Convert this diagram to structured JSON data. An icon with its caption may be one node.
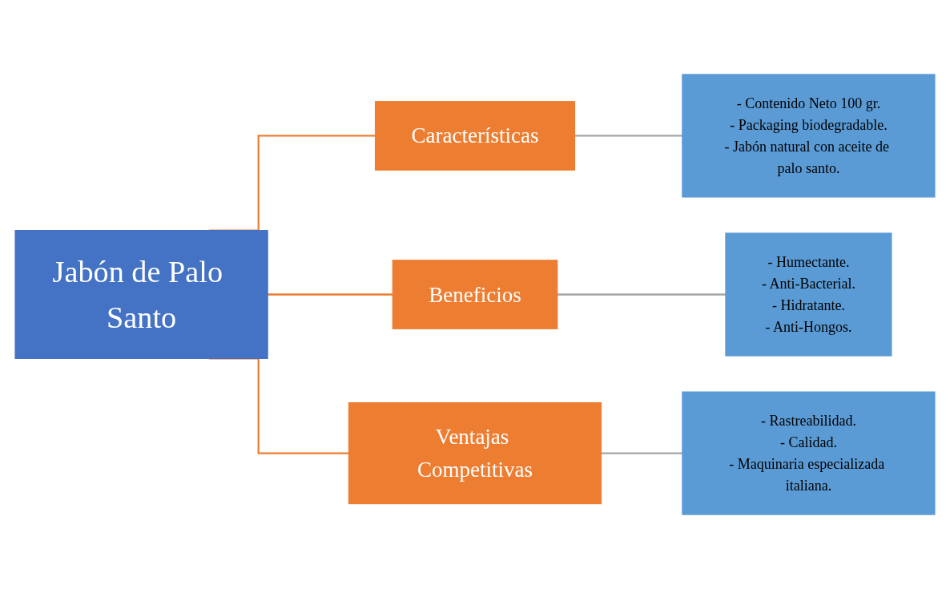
{
  "diagram": {
    "nodes": [
      {
        "text": [
          "Jabón de Palo Santo"
        ]
      },
      {
        "text": [
          "Características"
        ]
      },
      {
        "text": [
          "Beneficios"
        ]
      },
      {
        "text": [
          "Ventajas Competitivas"
        ]
      },
      {
        "text": [
          "- Contenido Neto 100 gr.",
          "- Packaging biodegradable.",
          "- Jabón natural con aceite de palo santo."
        ]
      },
      {
        "text": [
          "- Humectante.",
          "- Anti-Bacterial.",
          "- Hidratante.",
          "- Anti-Hongos."
        ]
      },
      {
        "text": [
          "- Rastreabilidad.",
          "- Calidad.",
          "- Maquinaria especializada italiana."
        ]
      }
    ],
    "edges": [
      {
        "from": 0,
        "to": 1,
        "arrow": "none",
        "color": "#ed7d31"
      },
      {
        "from": 0,
        "to": 2,
        "arrow": "none",
        "color": "#ed7d31"
      },
      {
        "from": 0,
        "to": 3,
        "arrow": "none",
        "color": "#ed7d31"
      },
      {
        "from": 1,
        "to": 4,
        "arrow": "none",
        "color": "#a5a5a5"
      },
      {
        "from": 2,
        "to": 5,
        "arrow": "none",
        "color": "#a5a5a5"
      },
      {
        "from": 3,
        "to": 6,
        "arrow": "none",
        "color": "#a5a5a5"
      }
    ]
  }
}
